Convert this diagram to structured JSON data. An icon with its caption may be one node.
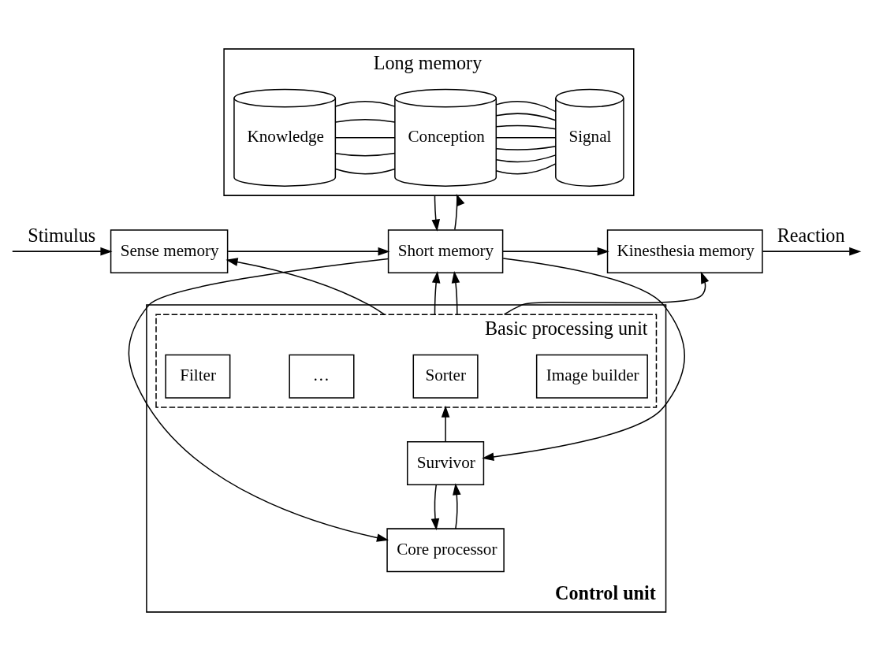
{
  "diagram": {
    "nodes": [
      {
        "text": [
          "Long memory"
        ]
      },
      {
        "text": [
          "Knowledge"
        ],
        "in": 0
      },
      {
        "text": [
          "Conception"
        ],
        "in": 0
      },
      {
        "text": [
          "Signal"
        ],
        "in": 0
      },
      {
        "text": [
          "Sense memory"
        ]
      },
      {
        "text": [
          "Short memory"
        ]
      },
      {
        "text": [
          "Kinesthesia memory"
        ]
      },
      {
        "text": [
          "Control unit"
        ]
      },
      {
        "text": [
          "Basic processing unit"
        ],
        "in": 7
      },
      {
        "text": [
          "Filter"
        ],
        "in": 8
      },
      {
        "text": [
          "…"
        ],
        "in": 8
      },
      {
        "text": [
          "Sorter"
        ],
        "in": 8
      },
      {
        "text": [
          "Image builder"
        ],
        "in": 8
      },
      {
        "text": [
          "Survivor"
        ],
        "in": 7
      },
      {
        "text": [
          "Core processor"
        ],
        "in": 7
      }
    ],
    "edges": [
      {
        "from": 1,
        "to": 2,
        "arrow": "none"
      },
      {
        "from": 1,
        "to": 2,
        "arrow": "none"
      },
      {
        "from": 1,
        "to": 2,
        "arrow": "none"
      },
      {
        "from": 1,
        "to": 2,
        "arrow": "none"
      },
      {
        "from": 1,
        "to": 2,
        "arrow": "none"
      },
      {
        "from": 2,
        "to": 3,
        "arrow": "none"
      },
      {
        "from": 2,
        "to": 3,
        "arrow": "none"
      },
      {
        "from": 2,
        "to": 3,
        "arrow": "none"
      },
      {
        "from": 2,
        "to": 3,
        "arrow": "none"
      },
      {
        "from": 2,
        "to": 3,
        "arrow": "none"
      },
      {
        "from": 2,
        "to": 3,
        "arrow": "none"
      },
      {
        "from": 2,
        "to": 3,
        "arrow": "none"
      },
      {
        "from": null,
        "to": 4,
        "arrow": "to",
        "label": "Stimulus"
      },
      {
        "from": 4,
        "to": 5,
        "arrow": "to"
      },
      {
        "from": 0,
        "to": 5,
        "arrow": "to"
      },
      {
        "from": 5,
        "to": 0,
        "arrow": "to"
      },
      {
        "from": 5,
        "to": 6,
        "arrow": "to"
      },
      {
        "from": 6,
        "to": null,
        "arrow": "to",
        "label": "Reaction"
      },
      {
        "from": 8,
        "to": 4,
        "arrow": "to"
      },
      {
        "from": 8,
        "to": 5,
        "arrow": "to"
      },
      {
        "from": 8,
        "to": 5,
        "arrow": "to"
      },
      {
        "from": 8,
        "to": 6,
        "arrow": "to"
      },
      {
        "from": 5,
        "to": 13,
        "arrow": "to"
      },
      {
        "from": 13,
        "to": 8,
        "arrow": "to"
      },
      {
        "from": 5,
        "to": 14,
        "arrow": "to"
      },
      {
        "from": 13,
        "to": 14,
        "arrow": "to"
      },
      {
        "from": 14,
        "to": 13,
        "arrow": "to"
      }
    ]
  }
}
